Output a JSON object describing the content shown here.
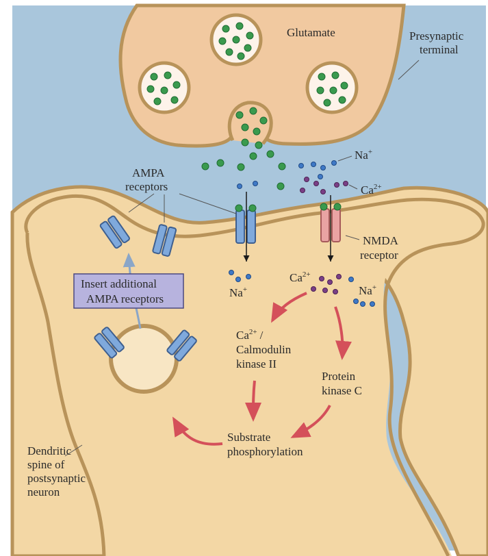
{
  "labels": {
    "glutamate": "Glutamate",
    "presynaptic_1": "Presynaptic",
    "presynaptic_2": "terminal",
    "ampa_1": "AMPA",
    "ampa_2": "receptors",
    "na_top": "Na",
    "na_top_sup": "+",
    "ca_top": "Ca",
    "ca_top_sup": "2+",
    "nmda_1": "NMDA",
    "nmda_2": "receptor",
    "insert_1": "Insert additional",
    "insert_2": "AMPA receptors",
    "na_left": "Na",
    "na_left_sup": "+",
    "ca_mid": "Ca",
    "ca_mid_sup": "2+",
    "na_right": "Na",
    "na_right_sup": "+",
    "camk_1": "Ca",
    "camk_1_sup": "2+",
    "camk_1_slash": "/",
    "camk_2": "Calmodulin",
    "camk_3": "kinase II",
    "pkc_1": "Protein",
    "pkc_2": "kinase C",
    "substrate_1": "Substrate",
    "substrate_2": "phosphorylation",
    "dendritic_1": "Dendritic",
    "dendritic_2": "spine of",
    "dendritic_3": "postsynaptic",
    "dendritic_4": "neuron"
  },
  "colors": {
    "background": "#a9c6dc",
    "cell_fill": "#f3d7a5",
    "cell_outline": "#b8935a",
    "presynaptic_fill": "#f1c9a0",
    "glutamate": "#3a9a4e",
    "sodium": "#3f79c6",
    "calcium": "#7a3f86",
    "ampa": "#7fa9dc",
    "nmda": "#e9a3a3",
    "arrow_red": "#d4505a",
    "insert_box": "#b7b3de"
  }
}
